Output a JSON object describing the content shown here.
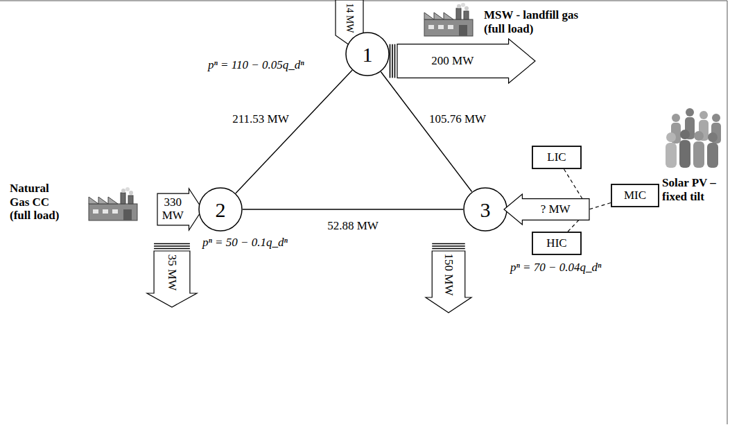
{
  "diagram": {
    "nodes": [
      {
        "text": [
          "14 MW"
        ]
      },
      {
        "text": [
          "1"
        ]
      },
      {
        "text": [
          "200 MW"
        ]
      },
      {
        "text": [
          "LIC"
        ]
      },
      {
        "text": [
          "330 MW"
        ]
      },
      {
        "text": [
          "2"
        ]
      },
      {
        "text": [
          "3"
        ]
      },
      {
        "text": [
          "MIC"
        ]
      },
      {
        "text": [
          "? MW"
        ]
      },
      {
        "text": [
          "HIC"
        ]
      },
      {
        "text": [
          "35 MW"
        ]
      },
      {
        "text": [
          "150 MW"
        ]
      }
    ],
    "edges": [
      {
        "from": 1,
        "to": 5,
        "arrow": "none",
        "label": "211.53 MW"
      },
      {
        "from": 1,
        "to": 6,
        "arrow": "none",
        "label": "105.76 MW"
      },
      {
        "from": 5,
        "to": 6,
        "arrow": "none",
        "label": "52.88 MW"
      },
      {
        "from": 3,
        "to": 8,
        "arrow": "none"
      },
      {
        "from": 7,
        "to": 8,
        "arrow": "none"
      },
      {
        "from": 9,
        "to": 8,
        "arrow": "none"
      }
    ],
    "labels": [
      "MSW - landfill gas (full load)",
      "pⁿ = 110 − 0.05q_dⁿ",
      "Natural Gas CC (full load)",
      "pⁿ = 50 − 0.1q_dⁿ",
      "Solar PV – fixed tilt",
      "pⁿ = 70 − 0.04q_dⁿ"
    ]
  }
}
